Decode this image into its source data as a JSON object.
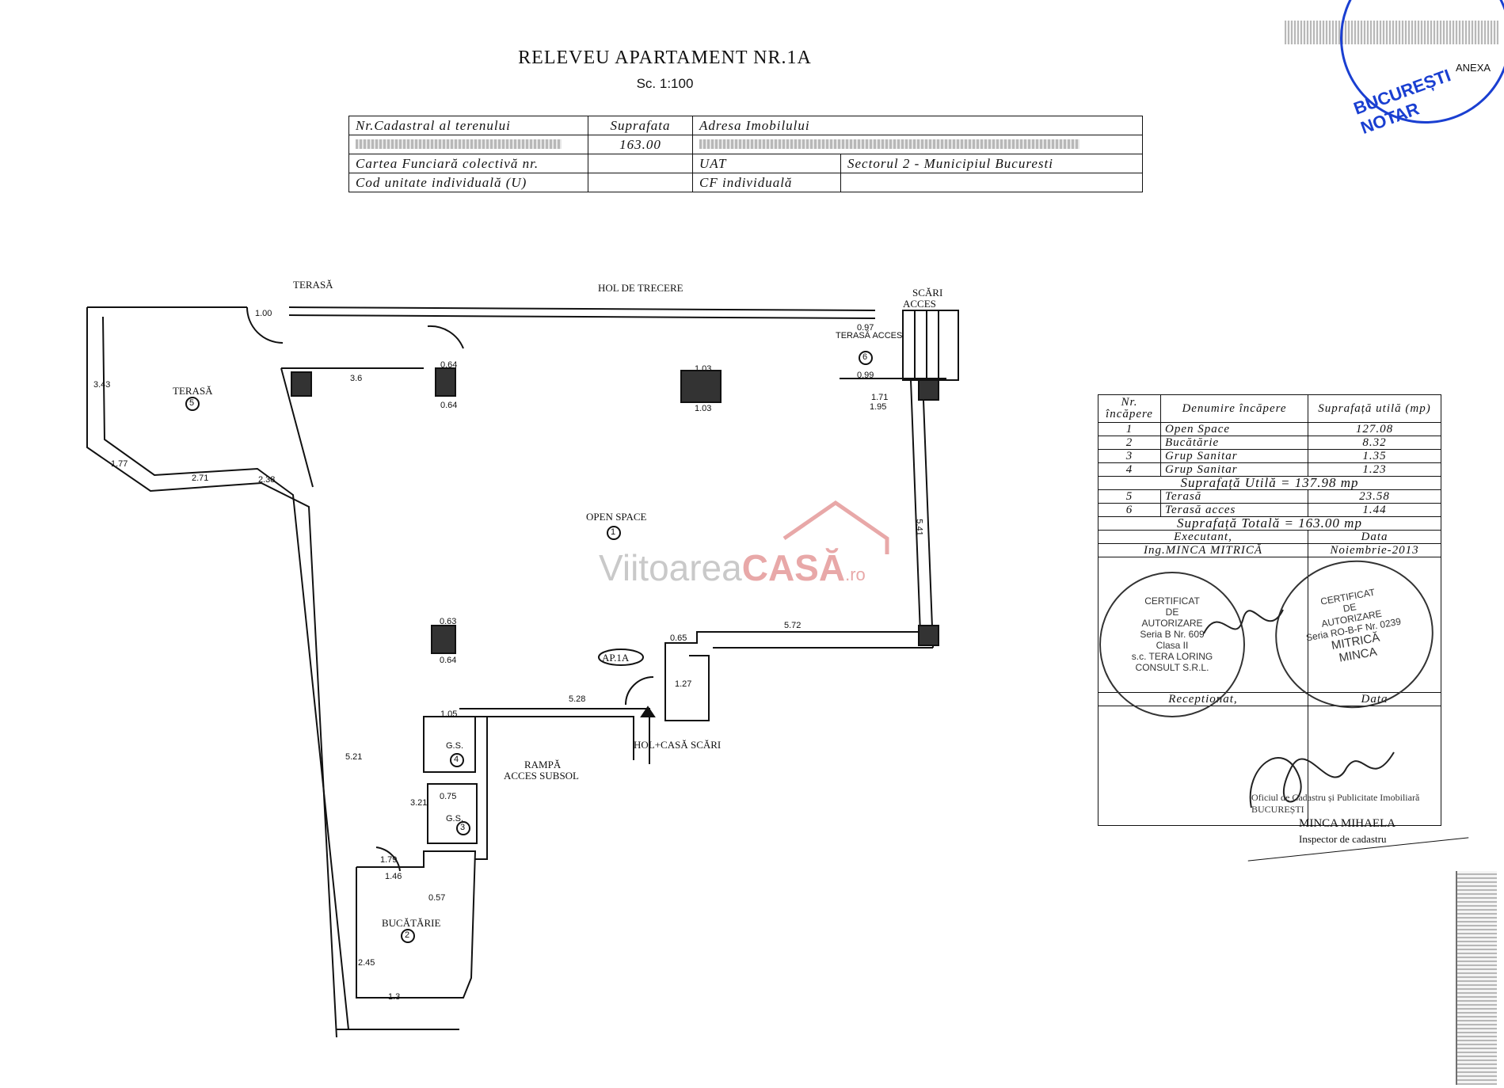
{
  "document": {
    "title": "RELEVEU APARTAMENT NR.1A",
    "scale": "Sc. 1:100",
    "annex": "ANEXA"
  },
  "info_table": {
    "r1": [
      "Nr.Cadastral al terenului",
      "Suprafata",
      "Adresa Imobilului"
    ],
    "surface": "163.00",
    "r3": [
      "Cartea Funciară colectivă nr.",
      "UAT",
      "Sectorul 2 - Municipiul Bucuresti"
    ],
    "r4": [
      "Cod unitate individuală (U)",
      "CF individuală"
    ]
  },
  "plan": {
    "labels": {
      "terasa_top": "TERASĂ",
      "hol_trecere": "HOL DE TRECERE",
      "scari": "SCĂRI",
      "acces": "ACCES",
      "terasa_acces": "TERASĂ ACCES",
      "terasa": "TERASĂ",
      "open_space": "OPEN SPACE",
      "ap": "AP.1A",
      "hol_casa": "HOL+CASĂ SCĂRI",
      "rampa": "RAMPĂ",
      "acces_subsol": "ACCES SUBSOL",
      "gs": "G.S.",
      "bucatarie": "BUCĂTĂRIE"
    },
    "room_numbers": [
      "1",
      "2",
      "3",
      "4",
      "5",
      "6"
    ],
    "dimensions": [
      "1.00",
      "3.43",
      "1.77",
      "2.71",
      "2.38",
      "3.6",
      "0.64",
      "0.64",
      "1.03",
      "1.03",
      "0.97",
      "1.71",
      "1.95",
      "5.41",
      "5.72",
      "0.63",
      "0.64",
      "5.28",
      "1.27",
      "1.05",
      "3.21",
      "5.21",
      "1.79",
      "1.46",
      "0.57",
      "2.45",
      "1.3",
      "0.75",
      "0.65",
      "0.99"
    ]
  },
  "room_table": {
    "headers": [
      "Nr. încăpere",
      "Denumire încăpere",
      "Suprafață utilă (mp)"
    ],
    "rows": [
      {
        "nr": "1",
        "name": "Open Space",
        "area": "127.08"
      },
      {
        "nr": "2",
        "name": "Bucătărie",
        "area": "8.32"
      },
      {
        "nr": "3",
        "name": "Grup Sanitar",
        "area": "1.35"
      },
      {
        "nr": "4",
        "name": "Grup Sanitar",
        "area": "1.23"
      }
    ],
    "subtotal": "Suprafață Utilă = 137.98 mp",
    "rows2": [
      {
        "nr": "5",
        "name": "Terasă",
        "area": "23.58"
      },
      {
        "nr": "6",
        "name": "Terasă acces",
        "area": "1.44"
      }
    ],
    "total": "Suprafață Totală = 163.00 mp",
    "executant": "Executant,",
    "data": "Data",
    "engineer": "Ing.MINCA MITRICĂ",
    "date": "Noiembrie-2013",
    "receptionat": "Receptionat,",
    "data2": "Data"
  },
  "seals": {
    "cert1": [
      "CERTIFICAT",
      "DE",
      "AUTORIZARE",
      "Seria B Nr. 609",
      "Clasa II",
      "s.c. TERA LORING",
      "CONSULT S.R.L."
    ],
    "cert2": [
      "CERTIFICAT",
      "DE",
      "AUTORIZARE",
      "Seria RO-B-F Nr. 0239",
      "MITRICĂ",
      "MINCA"
    ],
    "inspector_name": "MINCA MIHAELA",
    "inspector_role": "Inspector de cadastru",
    "office": "Oficiul de Cadastru și Publicitate Imobiliară BUCUREȘTI",
    "notar_stamp": "BUCUREȘTI NOTAR"
  },
  "watermark": {
    "a": "Viitoarea",
    "b": "CASĂ",
    "c": ".ro"
  },
  "colors": {
    "ink": "#111111",
    "stamp_blue": "#1a3fd1",
    "watermark_red": "#e8a8a8"
  }
}
